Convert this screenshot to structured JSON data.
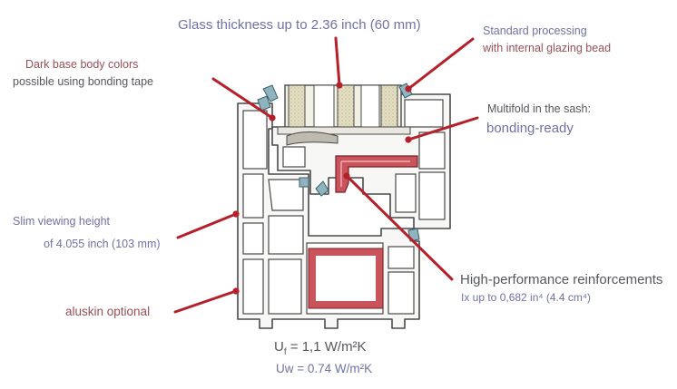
{
  "labels": {
    "glass_thickness": "Glass thickness up to 2.36 inch (60 mm)",
    "dark_colors_line1": "Dark base body colors",
    "dark_colors_line2": "possible using bonding tape",
    "standard_line1": "Standard processing",
    "standard_line2": "with internal glazing bead",
    "multifold_line1": "Multifold in the sash:",
    "multifold_line2": "bonding-ready",
    "slim_line1": "Slim viewing height",
    "slim_line2": "of 4.055 inch (103 mm)",
    "reinforcement_line1": "High-performance reinforcements",
    "reinforcement_line2": "Ix up to 0,682 in⁴ (4.4 cm⁴)",
    "aluskin": "aluskin optional",
    "uf_prefix": "U",
    "uf_sub": "f",
    "uf_value": " = 1,1 W/m²K",
    "uw": "Uw = 0.74 W/m²K"
  },
  "colors": {
    "arrow": "#b5202b",
    "profile_fill": "#f7f7f6",
    "profile_stroke": "#4a4a4a",
    "reinforcement": "#c9545b",
    "gasket": "#7fa9b5",
    "glass": "#ddd8b8"
  }
}
